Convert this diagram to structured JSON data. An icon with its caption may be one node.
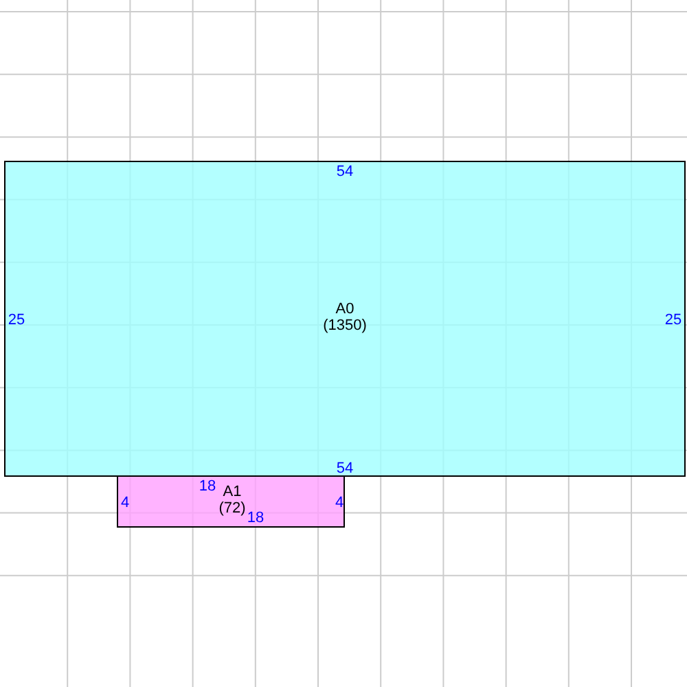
{
  "diagram": {
    "nodes": [
      {
        "text": [
          "54",
          "25",
          "A0",
          "(1350)",
          "25",
          "54"
        ]
      },
      {
        "text": [
          "18",
          "A1",
          "4",
          "(72)",
          "4",
          "18"
        ]
      }
    ],
    "edges": []
  }
}
